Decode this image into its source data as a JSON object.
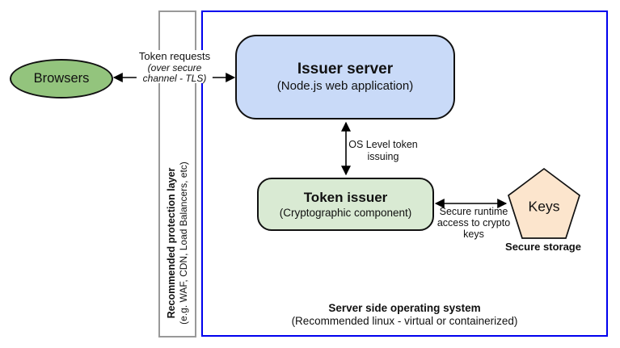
{
  "colors": {
    "browsers-fill": "#93c47d",
    "issuer-fill": "#c9daf8",
    "token-issuer-fill": "#d9ead3",
    "keys-fill": "#fce5cd",
    "os-box-border": "#0000ee",
    "protection-band-border": "#999999",
    "shape-border": "#111111",
    "arrow": "#000000"
  },
  "nodes": {
    "browsers": {
      "label": "Browsers"
    },
    "issuer_server": {
      "title": "Issuer server",
      "subtitle": "(Node.js web application)"
    },
    "token_issuer": {
      "title": "Token issuer",
      "subtitle": "(Cryptographic component)"
    },
    "keys": {
      "label": "Keys",
      "caption": "Secure storage"
    }
  },
  "edges": {
    "token_requests": {
      "line1": "Token requests",
      "line2": "(over secure",
      "line3": "channel - TLS)"
    },
    "os_token_issuing": {
      "line1": "OS Level token",
      "line2": "issuing"
    },
    "secure_runtime": {
      "line1": "Secure runtime",
      "line2": "access to crypto",
      "line3": "keys"
    }
  },
  "containers": {
    "protection_layer": {
      "title": "Recommended protection layer",
      "subtitle": "(e.g. WAF, CDN, Load Balancers, etc)"
    },
    "server_os": {
      "title": "Server side operating system",
      "subtitle": "(Recommended linux - virtual or containerized)"
    }
  }
}
